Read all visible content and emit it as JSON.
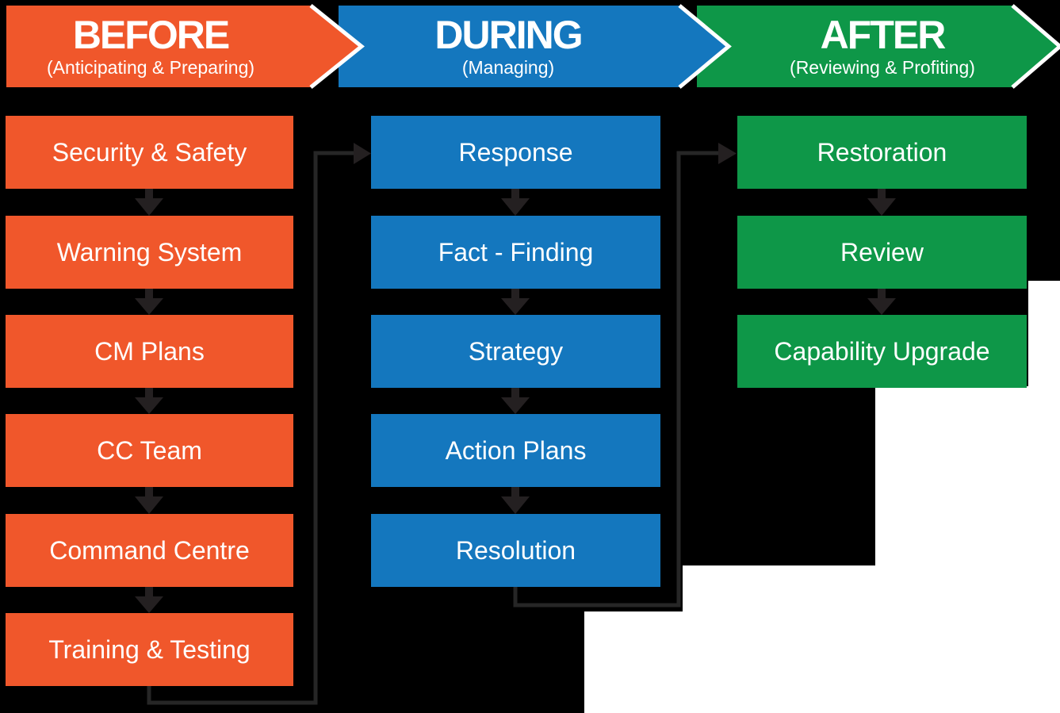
{
  "banners": [
    {
      "title": "BEFORE",
      "subtitle": "(Anticipating & Preparing)",
      "color": "#F0572B"
    },
    {
      "title": "DURING",
      "subtitle": "(Managing)",
      "color": "#1477BE"
    },
    {
      "title": "AFTER",
      "subtitle": "(Reviewing & Profiting)",
      "color": "#0E9748"
    }
  ],
  "columns": {
    "before": {
      "phase": "BEFORE",
      "items": [
        "Security & Safety",
        "Warning System",
        "CM Plans",
        "CC Team",
        "Command Centre",
        "Training & Testing"
      ]
    },
    "during": {
      "phase": "DURING",
      "items": [
        "Response",
        "Fact - Finding",
        "Strategy",
        "Action Plans",
        "Resolution"
      ]
    },
    "after": {
      "phase": "AFTER",
      "items": [
        "Restoration",
        "Review",
        "Capability Upgrade"
      ]
    }
  },
  "connections": [
    {
      "from": "Training & Testing",
      "to": "Response"
    },
    {
      "from": "Resolution",
      "to": "Restoration"
    }
  ],
  "colors": {
    "orange": "#F0572B",
    "blue": "#1477BE",
    "green": "#0E9748",
    "arrow_dark": "#242021",
    "connector_dark": "#262626",
    "background": "#000000",
    "background_patch": "#FFFFFF",
    "text": "#FFFFFF"
  }
}
